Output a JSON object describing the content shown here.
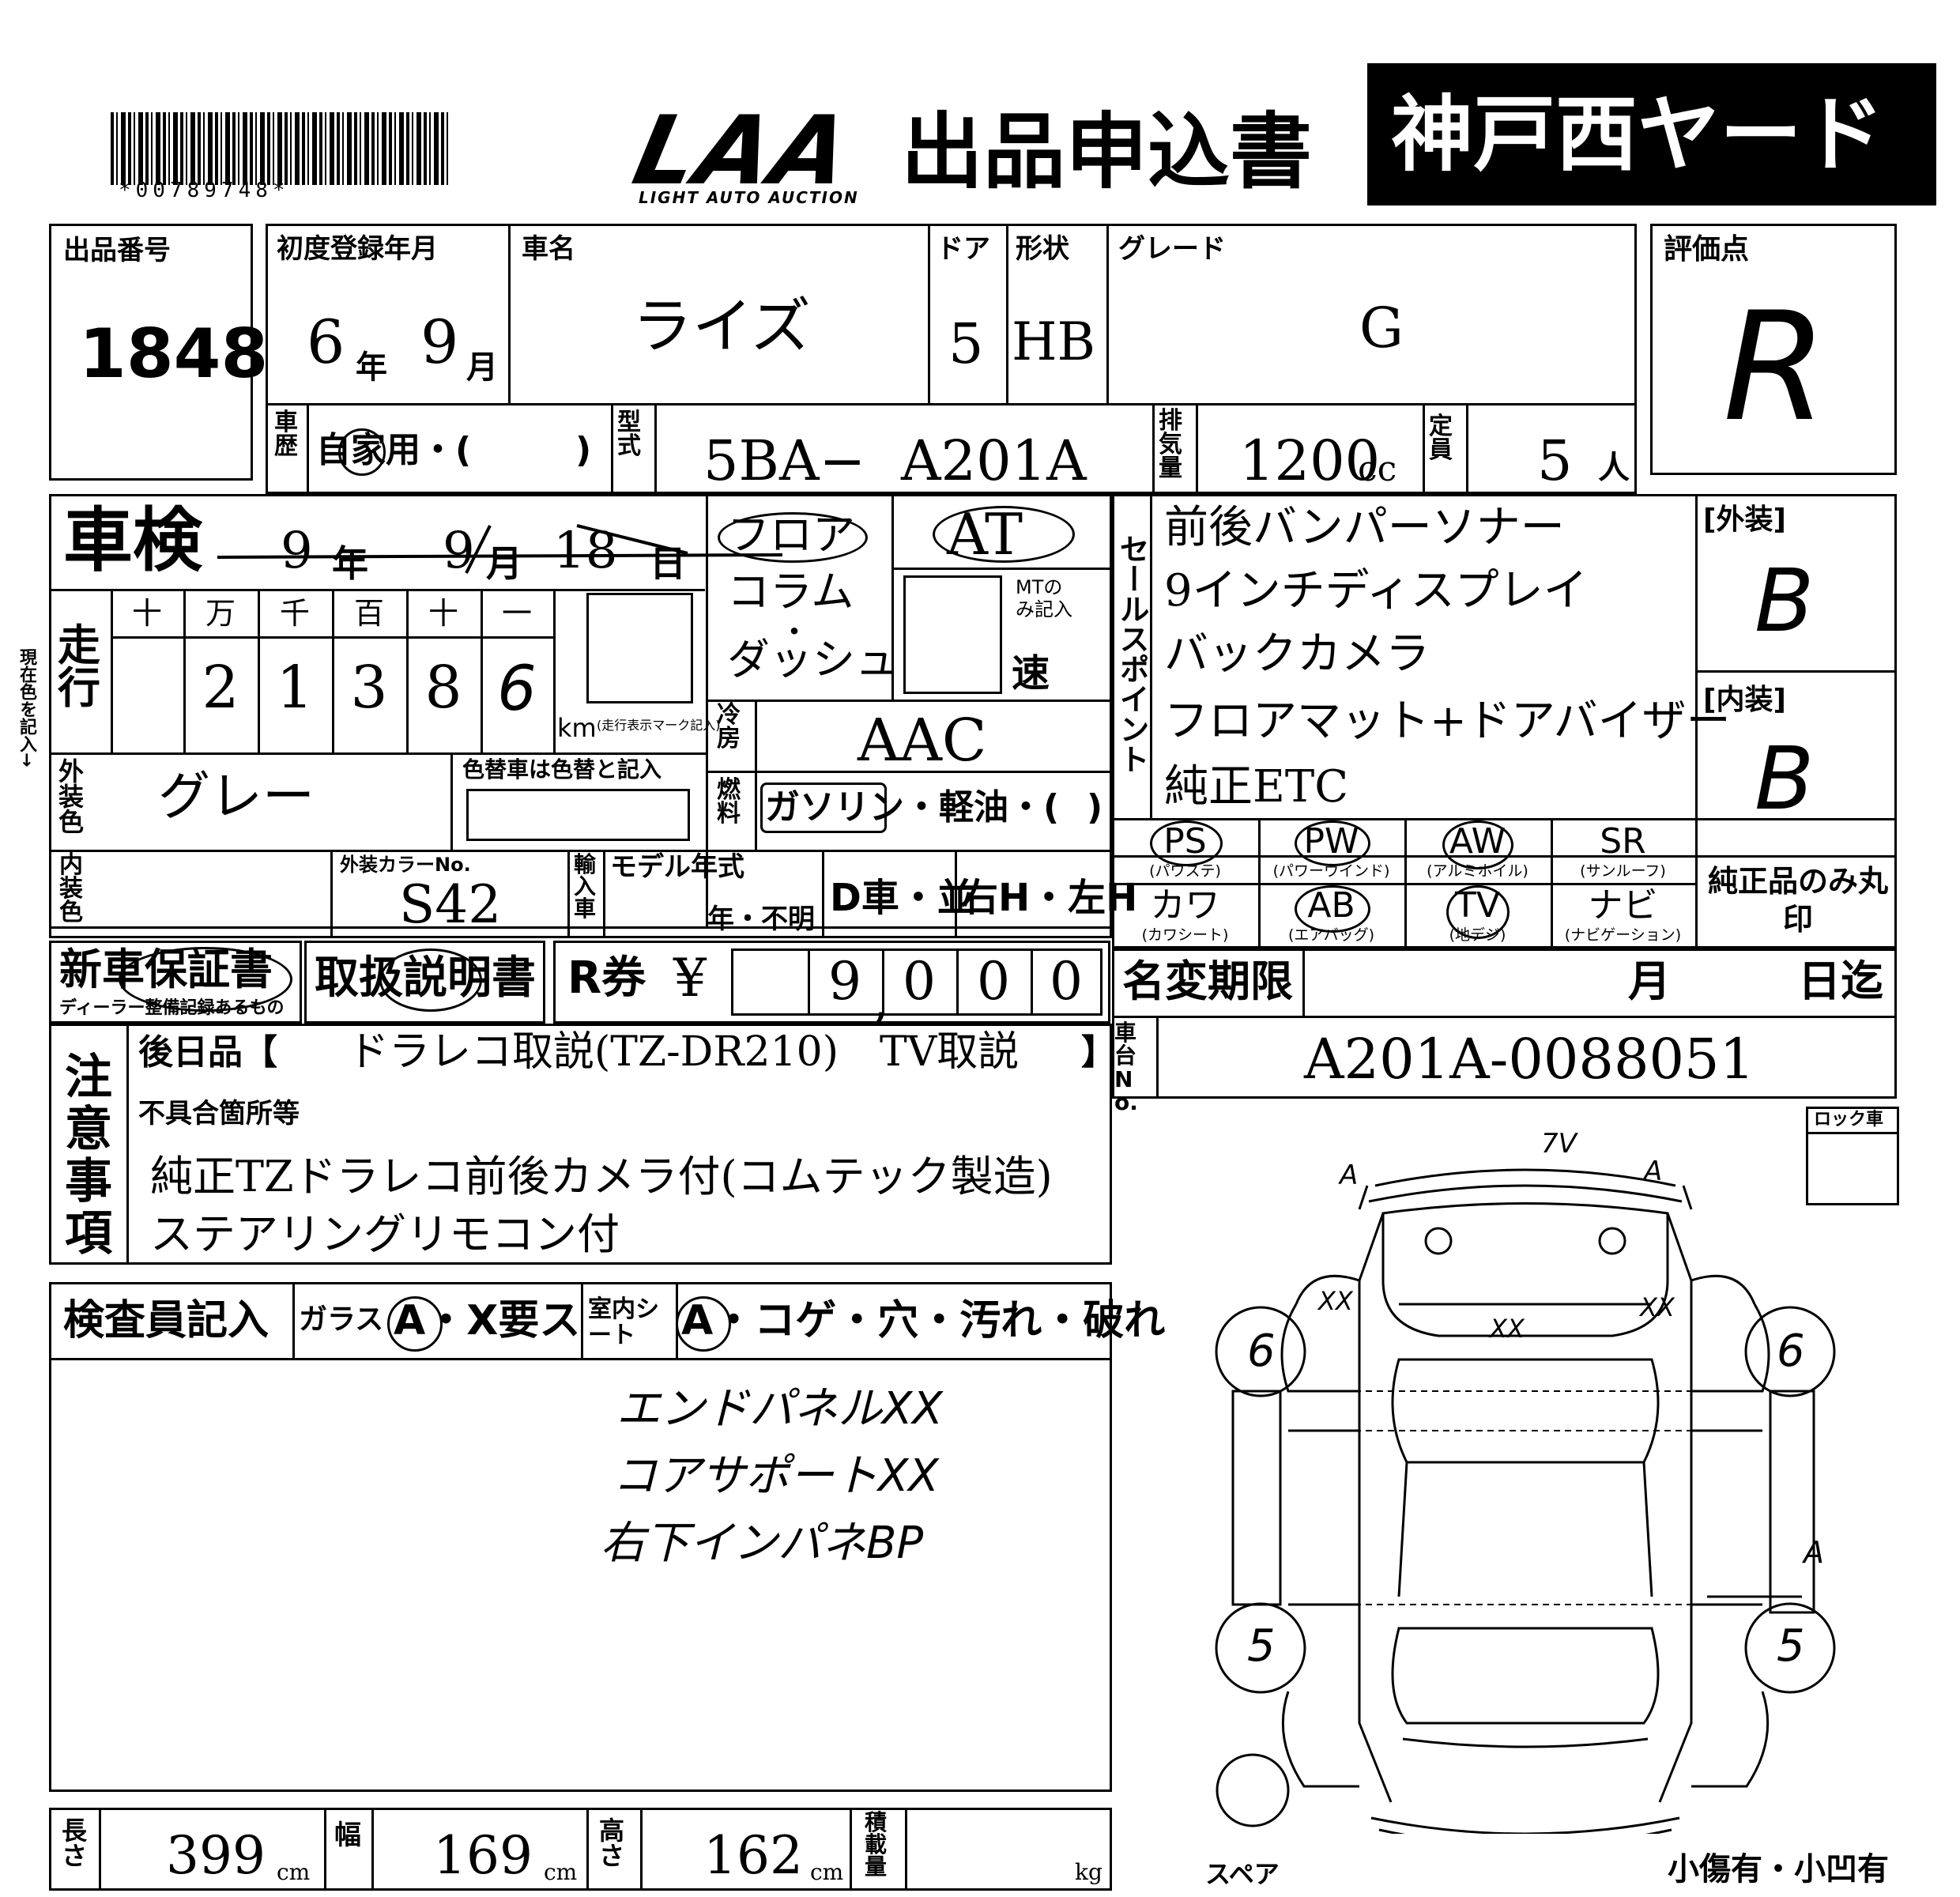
{
  "header": {
    "barcode_text": "*00789748*",
    "logo_text": "LAA",
    "logo_sub": "LIGHT AUTO AUCTION",
    "title": "出品申込書",
    "yard": "神戸西ヤード"
  },
  "lot": {
    "label": "出品番号",
    "value": "1848"
  },
  "registration": {
    "label": "初度登録年月",
    "year": "6",
    "year_unit": "年",
    "month": "9",
    "month_unit": "月"
  },
  "car_name": {
    "label": "車名",
    "value": "ライズ"
  },
  "door": {
    "label": "ドア",
    "value": "5"
  },
  "shape": {
    "label": "形状",
    "value": "HB"
  },
  "grade": {
    "label": "グレード",
    "value": "G"
  },
  "score": {
    "label": "評価点",
    "value": "R"
  },
  "history": {
    "label": "車歴",
    "value": "自家用・(",
    "close": ")"
  },
  "model": {
    "label": "型式",
    "prefix": "5BA−",
    "value": "A201A"
  },
  "displacement": {
    "label": "排気量",
    "value": "1200",
    "unit": "cc"
  },
  "capacity": {
    "label": "定員",
    "value": "5",
    "unit": "人"
  },
  "inspection": {
    "label": "車検",
    "year": "9",
    "year_unit": "年",
    "month": "9",
    "month_unit": "月",
    "day": "18",
    "day_unit": "日"
  },
  "shift": {
    "floor": "フロア",
    "column": "コラム",
    "dot": "・",
    "dash": "ダッシュ",
    "at": "AT",
    "mt_note": "MTのみ記入",
    "speed": "速"
  },
  "mileage": {
    "label": "走行",
    "units": [
      "十",
      "万",
      "千",
      "百",
      "十",
      "一"
    ],
    "digits": [
      "",
      "2",
      "1",
      "3",
      "8",
      "6"
    ],
    "km": "km",
    "note": "(走行表示マーク記入)",
    "side_note": "現在色を記入→"
  },
  "sales_points": {
    "label": "セールスポイント",
    "items": [
      "前後バンパーソナー",
      "9インチディスプレイ",
      "バックカメラ",
      "フロアマット+ドアバイザー",
      "純正ETC"
    ]
  },
  "exterior_grade": {
    "label": "[外装]",
    "value": "B"
  },
  "interior_grade": {
    "label": "[内装]",
    "value": "B"
  },
  "ac": {
    "label": "冷房",
    "value": "AAC"
  },
  "fuel": {
    "label": "燃料",
    "options": "ガソリン・軽油・(",
    "close": ")"
  },
  "color": {
    "label": "外装色",
    "value": "グレー",
    "change_note": "色替車は色替と記入"
  },
  "interior_color": {
    "label": "内装色"
  },
  "color_no": {
    "label": "外装カラーNo.",
    "value": "S42"
  },
  "import": {
    "label": "輸入車"
  },
  "model_year": {
    "label": "モデル年式",
    "value": "年・不明"
  },
  "d_car": "D車・並",
  "handle": "右H・左H",
  "equipment": [
    {
      "code": "PS",
      "desc": "(パワステ)"
    },
    {
      "code": "PW",
      "desc": "(パワーウインド)"
    },
    {
      "code": "AW",
      "desc": "(アルミホイル)"
    },
    {
      "code": "SR",
      "desc": "(サンルーフ)"
    },
    {
      "code": "カワ",
      "desc": "(カワシート)"
    },
    {
      "code": "AB",
      "desc": "(エアバッグ)"
    },
    {
      "code": "TV",
      "desc": "(地デジ)"
    },
    {
      "code": "ナビ",
      "desc": "(ナビゲーション)"
    }
  ],
  "genuine_note": "純正品のみ丸印",
  "warranty": {
    "label": "新車保証書",
    "sub": "ディーラー整備記録あるもの"
  },
  "manual": "取扱説明書",
  "recycle": {
    "label": "R券",
    "yen": "¥",
    "digits": [
      "",
      "9",
      "0",
      "0",
      "0"
    ],
    "comma": ","
  },
  "name_change": {
    "label": "名変期限",
    "month": "月",
    "day": "日迄"
  },
  "chassis": {
    "label": "車台No.",
    "value": "A201A-0088051"
  },
  "notes": {
    "label": "注意事項",
    "later_label": "後日品【",
    "later_value": "ドラレコ取説(TZ-DR210)　TV取説",
    "later_close": "】",
    "defect_label": "不具合箇所等",
    "lines": [
      "純正TZドラレコ前後カメラ付(コムテック製造)",
      "ステアリングリモコン付"
    ]
  },
  "inspector": {
    "label": "検査員記入",
    "glass_label": "ガラス",
    "glass_value": "A・X要ス",
    "interior_label": "室内シート",
    "interior_value": "A・コゲ・穴・汚れ・破れ",
    "remarks": [
      "エンドパネルXX",
      "コアサポートXX",
      "右下インパネBP"
    ]
  },
  "dimensions": {
    "length_label": "長さ",
    "length": "399",
    "length_unit": "cm",
    "width_label": "幅",
    "width": "169",
    "width_unit": "cm",
    "height_label": "高さ",
    "height": "162",
    "height_unit": "cm",
    "load_label": "積載量",
    "load_unit": "kg"
  },
  "diagram": {
    "lock_label": "ロック車",
    "spare": "スペア",
    "small": "小傷有・小凹有",
    "marks": {
      "front_center": "7V",
      "front_left": "A",
      "front_right": "A",
      "fender_left": "XX",
      "fender_right": "XX",
      "hood": "XX",
      "tire_fl": "6",
      "tire_fr": "6",
      "tire_rl": "5",
      "tire_rr": "5",
      "side_right": "A"
    }
  }
}
